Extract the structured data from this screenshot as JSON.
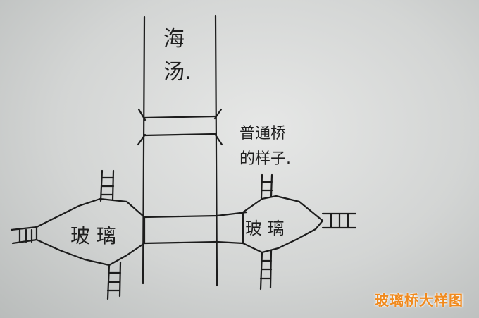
{
  "diagram": {
    "sea_label": [
      "海",
      "汤."
    ],
    "normal_bridge_label": [
      "普通桥",
      "的样子."
    ],
    "glass_left": "玻 璃",
    "glass_right": "玻 璃",
    "watermark": "玻璃桥大样图"
  }
}
